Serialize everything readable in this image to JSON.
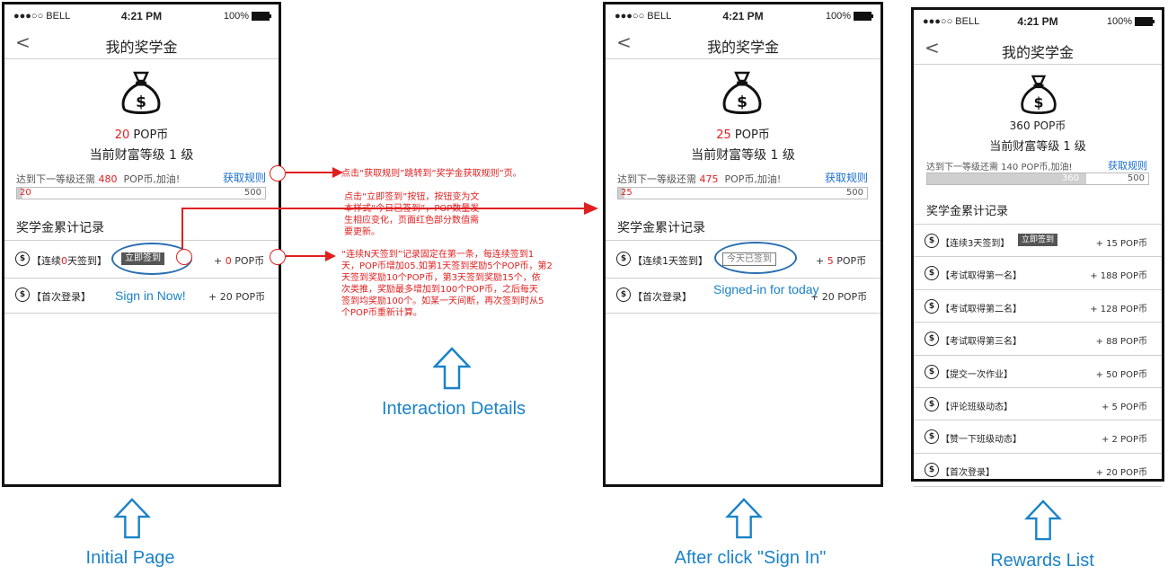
{
  "status_bar": {
    "carrier": "●●●○○ BELL",
    "time": "4:21 PM",
    "battery": "100%"
  },
  "page_title": "我的奖学金",
  "back_icon": "chevron-left-icon",
  "labels": {
    "pop_unit": "POP币",
    "level": "当前财富等级  1 级",
    "rule_link": "获取规则",
    "record_title": "奖学金累计记录",
    "first_login": "【首次登录】",
    "next_prefix": "达到下一等级还需",
    "next_suffix": "POP币,加油!"
  },
  "initial": {
    "points": "20",
    "need": "480",
    "bar_current": "20",
    "bar_max": "500",
    "streak_label": "【连续",
    "streak_num": "0",
    "streak_suffix": "天签到】",
    "sign_button": "立即签到",
    "streak_amount_num": "0",
    "first_login_amount": "+ 20 POP币",
    "hint": "Sign in Now!"
  },
  "after": {
    "points": "25",
    "need": "475",
    "bar_current": "25",
    "bar_max": "500",
    "streak_label": "【连续1天签到】",
    "signed_text": "今天已签到",
    "streak_amount_num": "5",
    "first_login_amount": "+ 20 POP币",
    "hint": "Signed-in for today"
  },
  "rewards_page": {
    "points_line": "360 POP币",
    "level": "当前财富等级  1 级",
    "next_line": "达到下一等级还需 140  POP币,加油!",
    "rule_link": "获取规则",
    "bar_current": "360",
    "bar_max": "500",
    "bar_fill_fraction": 0.72,
    "record_title": "奖学金累计记录",
    "sign_button": "立即签到",
    "rows": [
      {
        "label": "【连续3天签到】",
        "amount": "+ 15 POP币"
      },
      {
        "label": "【考试取得第一名】",
        "amount": "+ 188 POP币"
      },
      {
        "label": "【考试取得第二名】",
        "amount": "+ 128 POP币"
      },
      {
        "label": "【考试取得第三名】",
        "amount": "+ 88 POP币"
      },
      {
        "label": "【提交一次作业】",
        "amount": "+ 50 POP币"
      },
      {
        "label": "【评论班级动态】",
        "amount": "+ 5 POP币"
      },
      {
        "label": "【赞一下班级动态】",
        "amount": "+ 2 POP币"
      },
      {
        "label": "【首次登录】",
        "amount": "+ 20 POP币"
      }
    ]
  },
  "notes": {
    "rule": "点击“获取规则”跳转到“奖学金获取规则”页。",
    "sign_lines": [
      "点击“立即签到”按钮，按钮变为文",
      "本样式“今日已签到”，POP数量发",
      "生相应变化，页面红色部分数值需",
      "要更新。"
    ],
    "streak_lines": [
      "“连续N天签到”记录固定在第一条，每连续签到1",
      "天，POP币增加05.如第1天签到奖励5个POP币，第2",
      "天签到奖励10个POP币，第3天签到奖励15个，依",
      "次类推，奖励最多增加到100个POP币，之后每天",
      "签到均奖励100个。如某一天间断，再次签到时从5",
      "个POP币重新计算。"
    ]
  },
  "captions": {
    "initial": "Initial Page",
    "interaction": "Interaction Details",
    "after": "After click \"Sign In\"",
    "rewards": "Rewards List"
  },
  "colors": {
    "accent_red": "#e02020",
    "link_blue": "#1a6fd0",
    "caption_blue": "#1a82c8",
    "ellipse_blue": "#2a6fb0"
  }
}
